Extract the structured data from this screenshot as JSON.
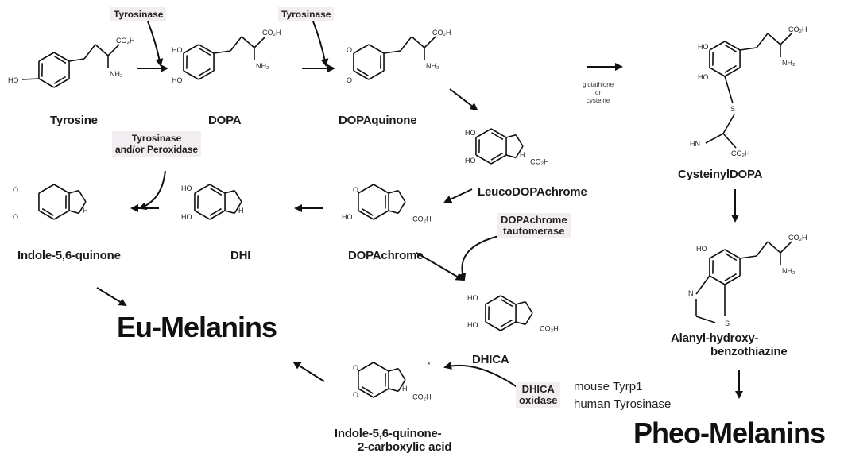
{
  "enzymes": {
    "tyr1": "Tyrosinase",
    "tyr2": "Tyrosinase",
    "tyr_perox_line1": "Tyrosinase",
    "tyr_perox_line2": "and/or Peroxidase",
    "dct_line1": "DOPAchrome",
    "dct_line2": "tautomerase",
    "dhica_ox_line1": "DHICA",
    "dhica_ox_line2": "oxidase"
  },
  "reagent": {
    "line1": "glutathione",
    "line2": "or",
    "line3": "cysteine"
  },
  "compounds": {
    "tyrosine": "Tyrosine",
    "dopa": "DOPA",
    "dopaquinone": "DOPAquinone",
    "leucodopachrome": "LeucoDOPAchrome",
    "dopachrome": "DOPAchrome",
    "dhi": "DHI",
    "indole_quinone": "Indole-5,6-quinone",
    "dhica": "DHICA",
    "iqca_line1": "Indole-5,6-quinone-",
    "iqca_line2": "2-carboxylic acid",
    "cysteinyldopa": "CysteinylDOPA",
    "abtz_line1": "Alanyl-hydroxy-",
    "abtz_line2": "benzothiazine"
  },
  "products": {
    "eu": "Eu-Melanins",
    "pheo": "Pheo-Melanins"
  },
  "notes": {
    "mouse": "mouse Tyrp1",
    "human": "human Tyrosinase"
  },
  "atoms": {
    "ho": "HO",
    "o": "O",
    "co2h": "CO₂H",
    "nh2": "NH₂",
    "h": "H",
    "n": "N",
    "s": "S",
    "hn": "HN",
    "star": "*"
  }
}
